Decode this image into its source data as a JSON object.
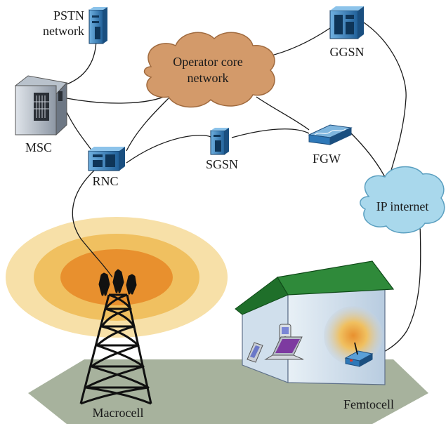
{
  "diagram": {
    "labels": {
      "pstn_line1": "PSTN",
      "pstn_line2": "network",
      "operator_line1": "Operator core",
      "operator_line2": "network",
      "ggsn": "GGSN",
      "msc": "MSC",
      "rnc": "RNC",
      "sgsn": "SGSN",
      "fgw": "FGW",
      "ip_internet": "IP internet",
      "macrocell": "Macrocell",
      "femtocell": "Femtocell"
    },
    "colors": {
      "cloud_core": "#d39a6a",
      "cloud_internet": "#a9d8ec",
      "server_blue": "#2e78b8",
      "macro_ring_outer": "#f7e0a8",
      "macro_ring_mid": "#f0c060",
      "macro_ring_inner": "#e8902e",
      "ground": "#a7b29d",
      "house_roof": "#2f8a3a",
      "house_wall": "#d7e4ef"
    },
    "icons": [
      "server-icon",
      "cloud-icon",
      "tower-icon",
      "house-icon",
      "router-icon",
      "phone-icon",
      "pda-icon",
      "laptop-icon"
    ]
  }
}
